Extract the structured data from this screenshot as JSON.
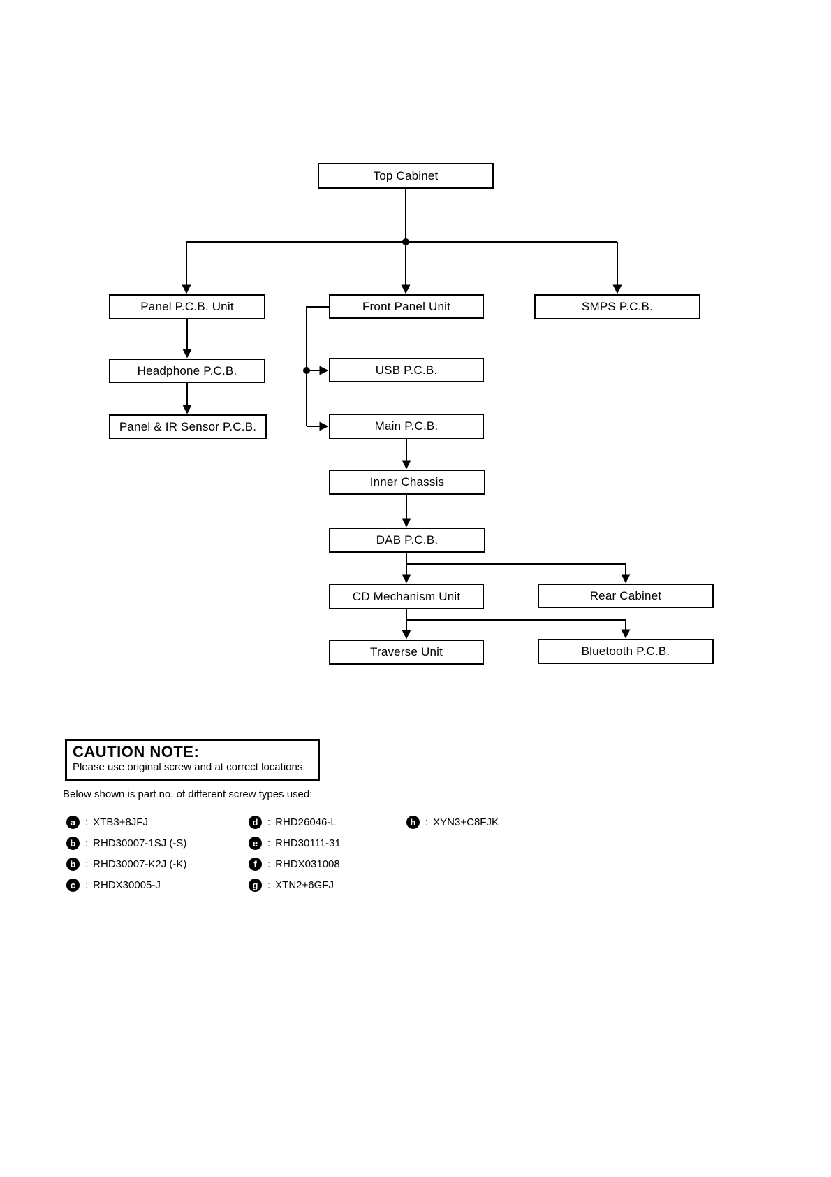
{
  "diagram": {
    "line_color": "#000000",
    "nodes": {
      "top_cabinet": "Top Cabinet",
      "panel_pcb_unit": "Panel P.C.B. Unit",
      "front_panel_unit": "Front Panel Unit",
      "smps_pcb": "SMPS P.C.B.",
      "headphone_pcb": "Headphone P.C.B.",
      "usb_pcb": "USB P.C.B.",
      "panel_ir_sensor_pcb": "Panel & IR Sensor P.C.B.",
      "main_pcb": "Main P.C.B.",
      "inner_chassis": "Inner Chassis",
      "dab_pcb": "DAB P.C.B.",
      "cd_mechanism_unit": "CD Mechanism Unit",
      "rear_cabinet": "Rear Cabinet",
      "traverse_unit": "Traverse Unit",
      "bluetooth_pcb": "Bluetooth P.C.B."
    }
  },
  "caution": {
    "title": "CAUTION NOTE:",
    "body": "Please use original screw and at correct locations."
  },
  "screw_list": {
    "intro": "Below shown is part no. of different screw types used:",
    "separator": ":"
  },
  "screws": [
    {
      "badge": "a",
      "part": "XTB3+8JFJ"
    },
    {
      "badge": "b",
      "part": "RHD30007-1SJ (-S)"
    },
    {
      "badge": "b",
      "part": "RHD30007-K2J (-K)"
    },
    {
      "badge": "c",
      "part": "RHDX30005-J"
    },
    {
      "badge": "d",
      "part": "RHD26046-L"
    },
    {
      "badge": "e",
      "part": "RHD30111-31"
    },
    {
      "badge": "f",
      "part": "RHDX031008"
    },
    {
      "badge": "g",
      "part": "XTN2+6GFJ"
    },
    {
      "badge": "h",
      "part": "XYN3+C8FJK"
    }
  ]
}
